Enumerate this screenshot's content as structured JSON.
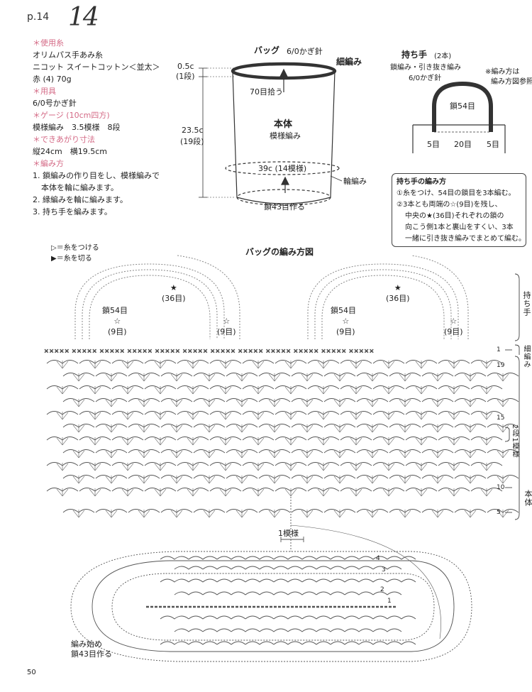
{
  "header": {
    "page_ref": "p.14",
    "number": "14"
  },
  "info": [
    {
      "text": "＊使用糸",
      "style": "pink"
    },
    {
      "text": "オリムパス手あみ糸",
      "style": ""
    },
    {
      "text": "ニコット スイートコットン＜並太＞",
      "style": ""
    },
    {
      "text": "赤 (4) 70g",
      "style": ""
    },
    {
      "text": "＊用具",
      "style": "pink"
    },
    {
      "text": "6/0号かぎ針",
      "style": ""
    },
    {
      "text": "＊ゲージ (10cm四方)",
      "style": "pink"
    },
    {
      "text": "模様編み　3.5模様　8段",
      "style": ""
    },
    {
      "text": "＊できあがり寸法",
      "style": "pink"
    },
    {
      "text": "縦24cm　横19.5cm",
      "style": ""
    },
    {
      "text": "＊編み方",
      "style": "pink"
    },
    {
      "text": "1. 鎖編みの作り目をし、模様編みで",
      "style": ""
    },
    {
      "text": "本体を輪に編みます。",
      "style": "ind"
    },
    {
      "text": "2. 縁編みを輪に編みます。",
      "style": ""
    },
    {
      "text": "3. 持ち手を編みます。",
      "style": ""
    }
  ],
  "bag": {
    "title": "バッグ",
    "hook": "6/0かぎ針",
    "edge_label": "細編み",
    "pick_label": "70目拾う",
    "body_label": "本体",
    "body_sub": "模様編み",
    "width_label": "39c (14模様)",
    "ring_label": "輪編み",
    "chain_label": "鎖43目作る",
    "dim_top": "0.5c",
    "dim_top_rows": "(1段)",
    "dim_main": "23.5c",
    "dim_main_rows": "(19段)"
  },
  "handle": {
    "title": "持ち手",
    "count": "(2本)",
    "method": "鎖編み・引き抜き編み",
    "hook": "6/0かぎ針",
    "chain": "鎖54目",
    "left": "5目",
    "mid": "20目",
    "right": "5目",
    "note1": "※編み方は",
    "note2": "編み方図参照"
  },
  "callout": {
    "title": "持ち手の編み方",
    "lines": [
      "①糸をつけ、54目の鎖目を3本編む。",
      "②3本とも両端の☆(9目)を残し、",
      "中央の★(36目)それぞれの鎖の",
      "向こう側1本と裏山をすくい、3本",
      "一緒に引き抜き編みでまとめて編む。"
    ]
  },
  "legend": {
    "attach": "＝糸をつける",
    "cut": "＝糸を切る"
  },
  "chart": {
    "title": "バッグの編み方図",
    "star_center": "(36目)",
    "star_side": "(9目)",
    "chain54": "鎖54目",
    "row_labels": {
      "r1": "1",
      "r19": "19",
      "r15": "15",
      "r10": "10",
      "r5": "5"
    },
    "side_handle": "持ち手",
    "side_edge": "細編み",
    "side_repeat": "2段1模様",
    "side_body": "本体",
    "one_pattern": "1模様",
    "start1": "編み始め",
    "start2": "鎖43目作る",
    "base_rows": [
      "4",
      "3",
      "2",
      "1"
    ]
  },
  "footer": {
    "page": "50"
  }
}
